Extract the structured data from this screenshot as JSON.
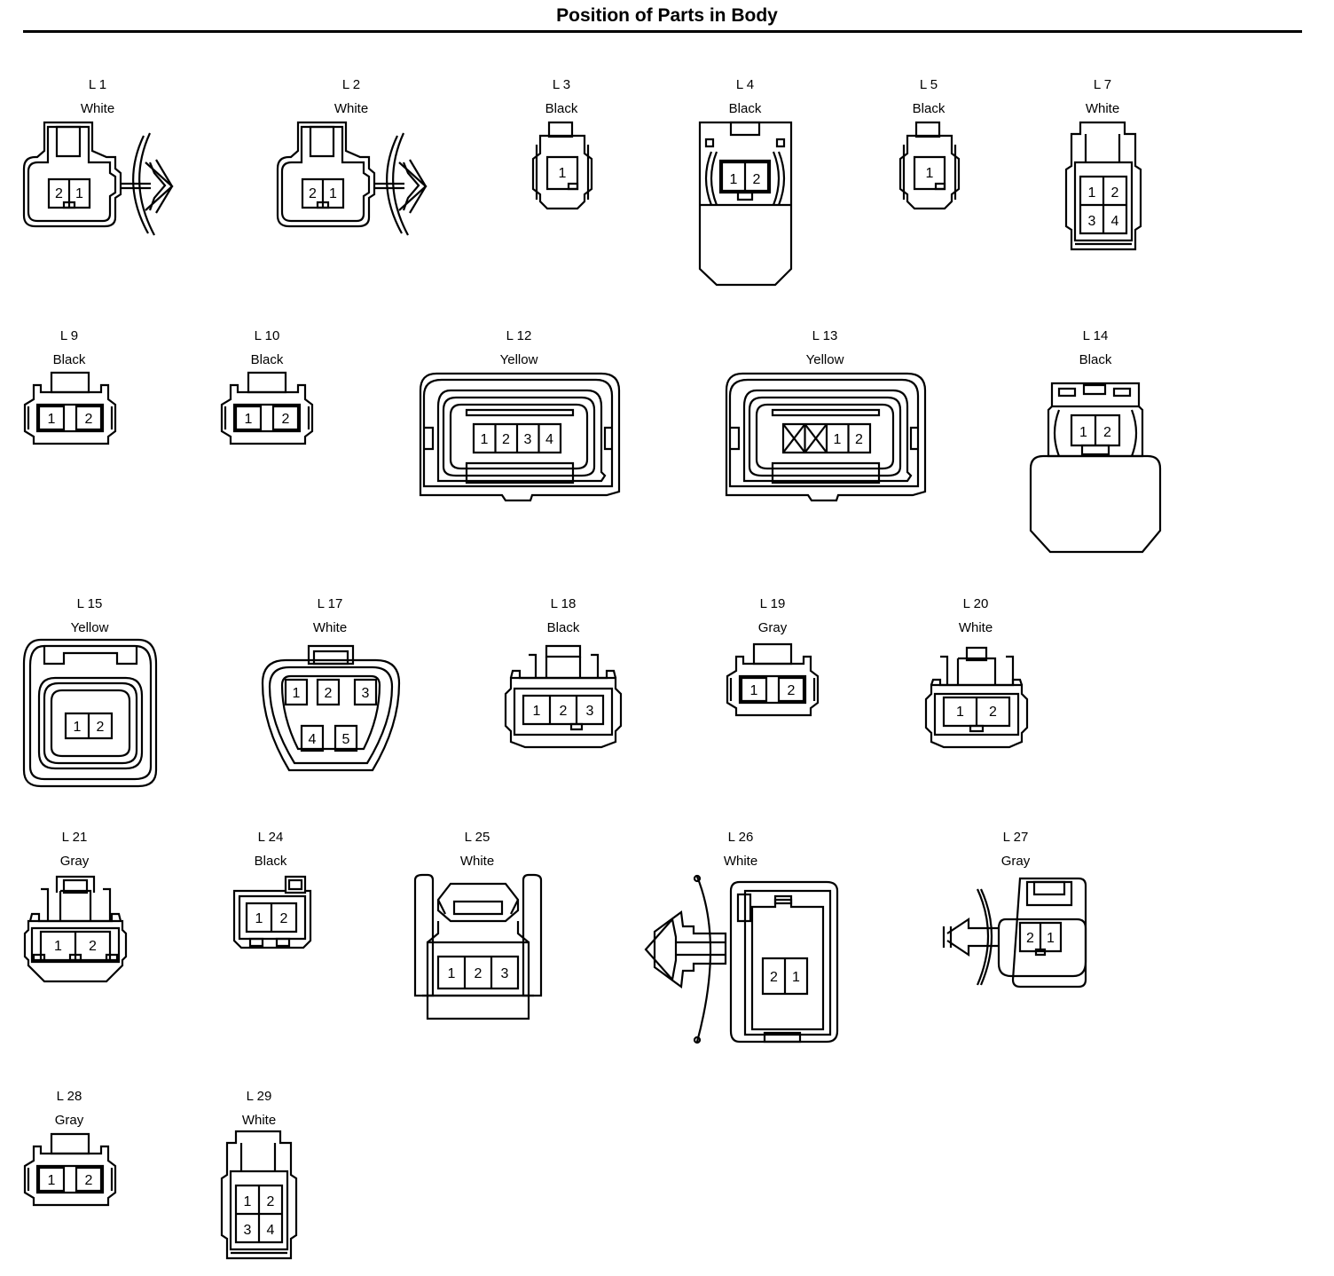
{
  "page": {
    "title": "Position of Parts in Body"
  },
  "connectors": [
    {
      "id": "L 1",
      "color": "White",
      "shape": "clip-housing",
      "pins": [
        "2",
        "1"
      ]
    },
    {
      "id": "L 2",
      "color": "White",
      "shape": "clip-housing",
      "pins": [
        "2",
        "1"
      ]
    },
    {
      "id": "L 3",
      "color": "Black",
      "shape": "small-single",
      "pins": [
        "1"
      ]
    },
    {
      "id": "L 4",
      "color": "Black",
      "shape": "tall-boot",
      "pins": [
        "1",
        "2"
      ]
    },
    {
      "id": "L 5",
      "color": "Black",
      "shape": "small-single",
      "pins": [
        "1"
      ]
    },
    {
      "id": "L 7",
      "color": "White",
      "shape": "quad",
      "pins": [
        "1",
        "2",
        "3",
        "4"
      ]
    },
    {
      "id": "L 9",
      "color": "Black",
      "shape": "small-two",
      "pins": [
        "1",
        "2"
      ]
    },
    {
      "id": "L 10",
      "color": "Black",
      "shape": "small-two",
      "pins": [
        "1",
        "2"
      ]
    },
    {
      "id": "L 12",
      "color": "Yellow",
      "shape": "wide-sealed",
      "pins": [
        "1",
        "2",
        "3",
        "4"
      ]
    },
    {
      "id": "L 13",
      "color": "Yellow",
      "shape": "wide-sealed",
      "pins": [
        "X",
        "X",
        "1",
        "2"
      ]
    },
    {
      "id": "L 14",
      "color": "Black",
      "shape": "two-with-boot",
      "pins": [
        "1",
        "2"
      ]
    },
    {
      "id": "L 15",
      "color": "Yellow",
      "shape": "sealed-square",
      "pins": [
        "1",
        "2"
      ]
    },
    {
      "id": "L 17",
      "color": "White",
      "shape": "five-pin",
      "pins": [
        "1",
        "2",
        "3",
        "4",
        "5"
      ]
    },
    {
      "id": "L 18",
      "color": "Black",
      "shape": "three-row",
      "pins": [
        "1",
        "2",
        "3"
      ]
    },
    {
      "id": "L 19",
      "color": "Gray",
      "shape": "small-two",
      "pins": [
        "1",
        "2"
      ]
    },
    {
      "id": "L 20",
      "color": "White",
      "shape": "two-row",
      "pins": [
        "1",
        "2"
      ]
    },
    {
      "id": "L 21",
      "color": "Gray",
      "shape": "two-row-tab",
      "pins": [
        "1",
        "2"
      ]
    },
    {
      "id": "L 24",
      "color": "Black",
      "shape": "small-block",
      "pins": [
        "1",
        "2"
      ]
    },
    {
      "id": "L 25",
      "color": "White",
      "shape": "three-latch",
      "pins": [
        "1",
        "2",
        "3"
      ]
    },
    {
      "id": "L 26",
      "color": "White",
      "shape": "clip-rect",
      "pins": [
        "2",
        "1"
      ]
    },
    {
      "id": "L 27",
      "color": "Gray",
      "shape": "clip-small",
      "pins": [
        "2",
        "1"
      ]
    },
    {
      "id": "L 28",
      "color": "Gray",
      "shape": "small-two",
      "pins": [
        "1",
        "2"
      ]
    },
    {
      "id": "L 29",
      "color": "White",
      "shape": "quad",
      "pins": [
        "1",
        "2",
        "3",
        "4"
      ]
    }
  ]
}
